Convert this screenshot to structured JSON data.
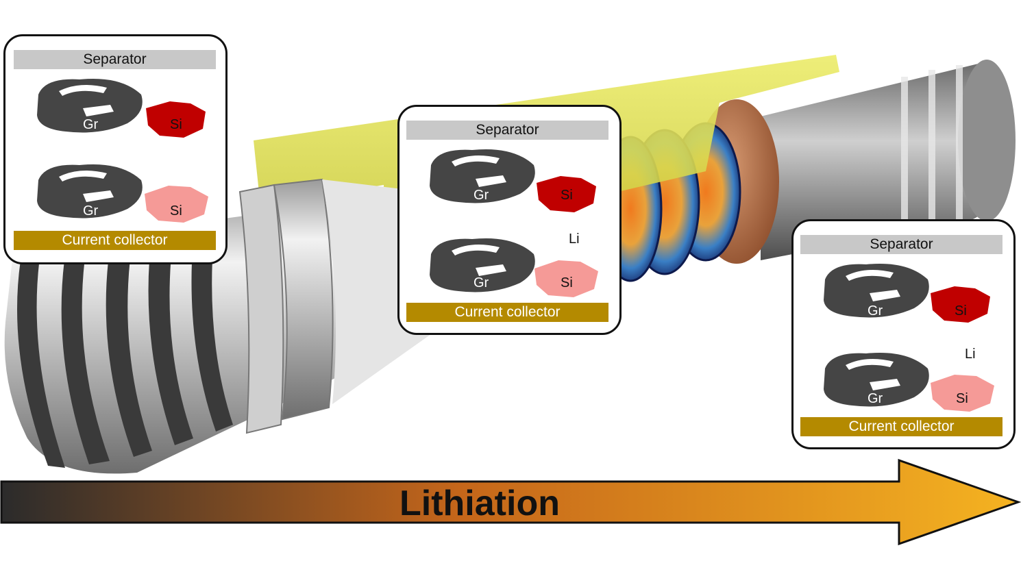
{
  "arrow": {
    "label": "Lithiation",
    "gradient": [
      "#2b2b2b",
      "#c5661a",
      "#f5b321"
    ]
  },
  "colors": {
    "graphite": "#454545",
    "si_delithiated": "#c00000",
    "si_lithiated": "#f59a97",
    "separator": "#c8c8c8",
    "current_collector": "#b48a00",
    "cell_tube": "#e6e65a"
  },
  "panels": [
    {
      "separator_label": "Separator",
      "collector_label": "Current collector",
      "gr_label": "Gr",
      "si_label": "Si"
    },
    {
      "separator_label": "Separator",
      "collector_label": "Current collector",
      "gr_label": "Gr",
      "si_label": "Si",
      "li_label": "Li"
    },
    {
      "separator_label": "Separator",
      "collector_label": "Current collector",
      "gr_label": "Gr",
      "si_label": "Si",
      "li_label": "Li"
    }
  ]
}
